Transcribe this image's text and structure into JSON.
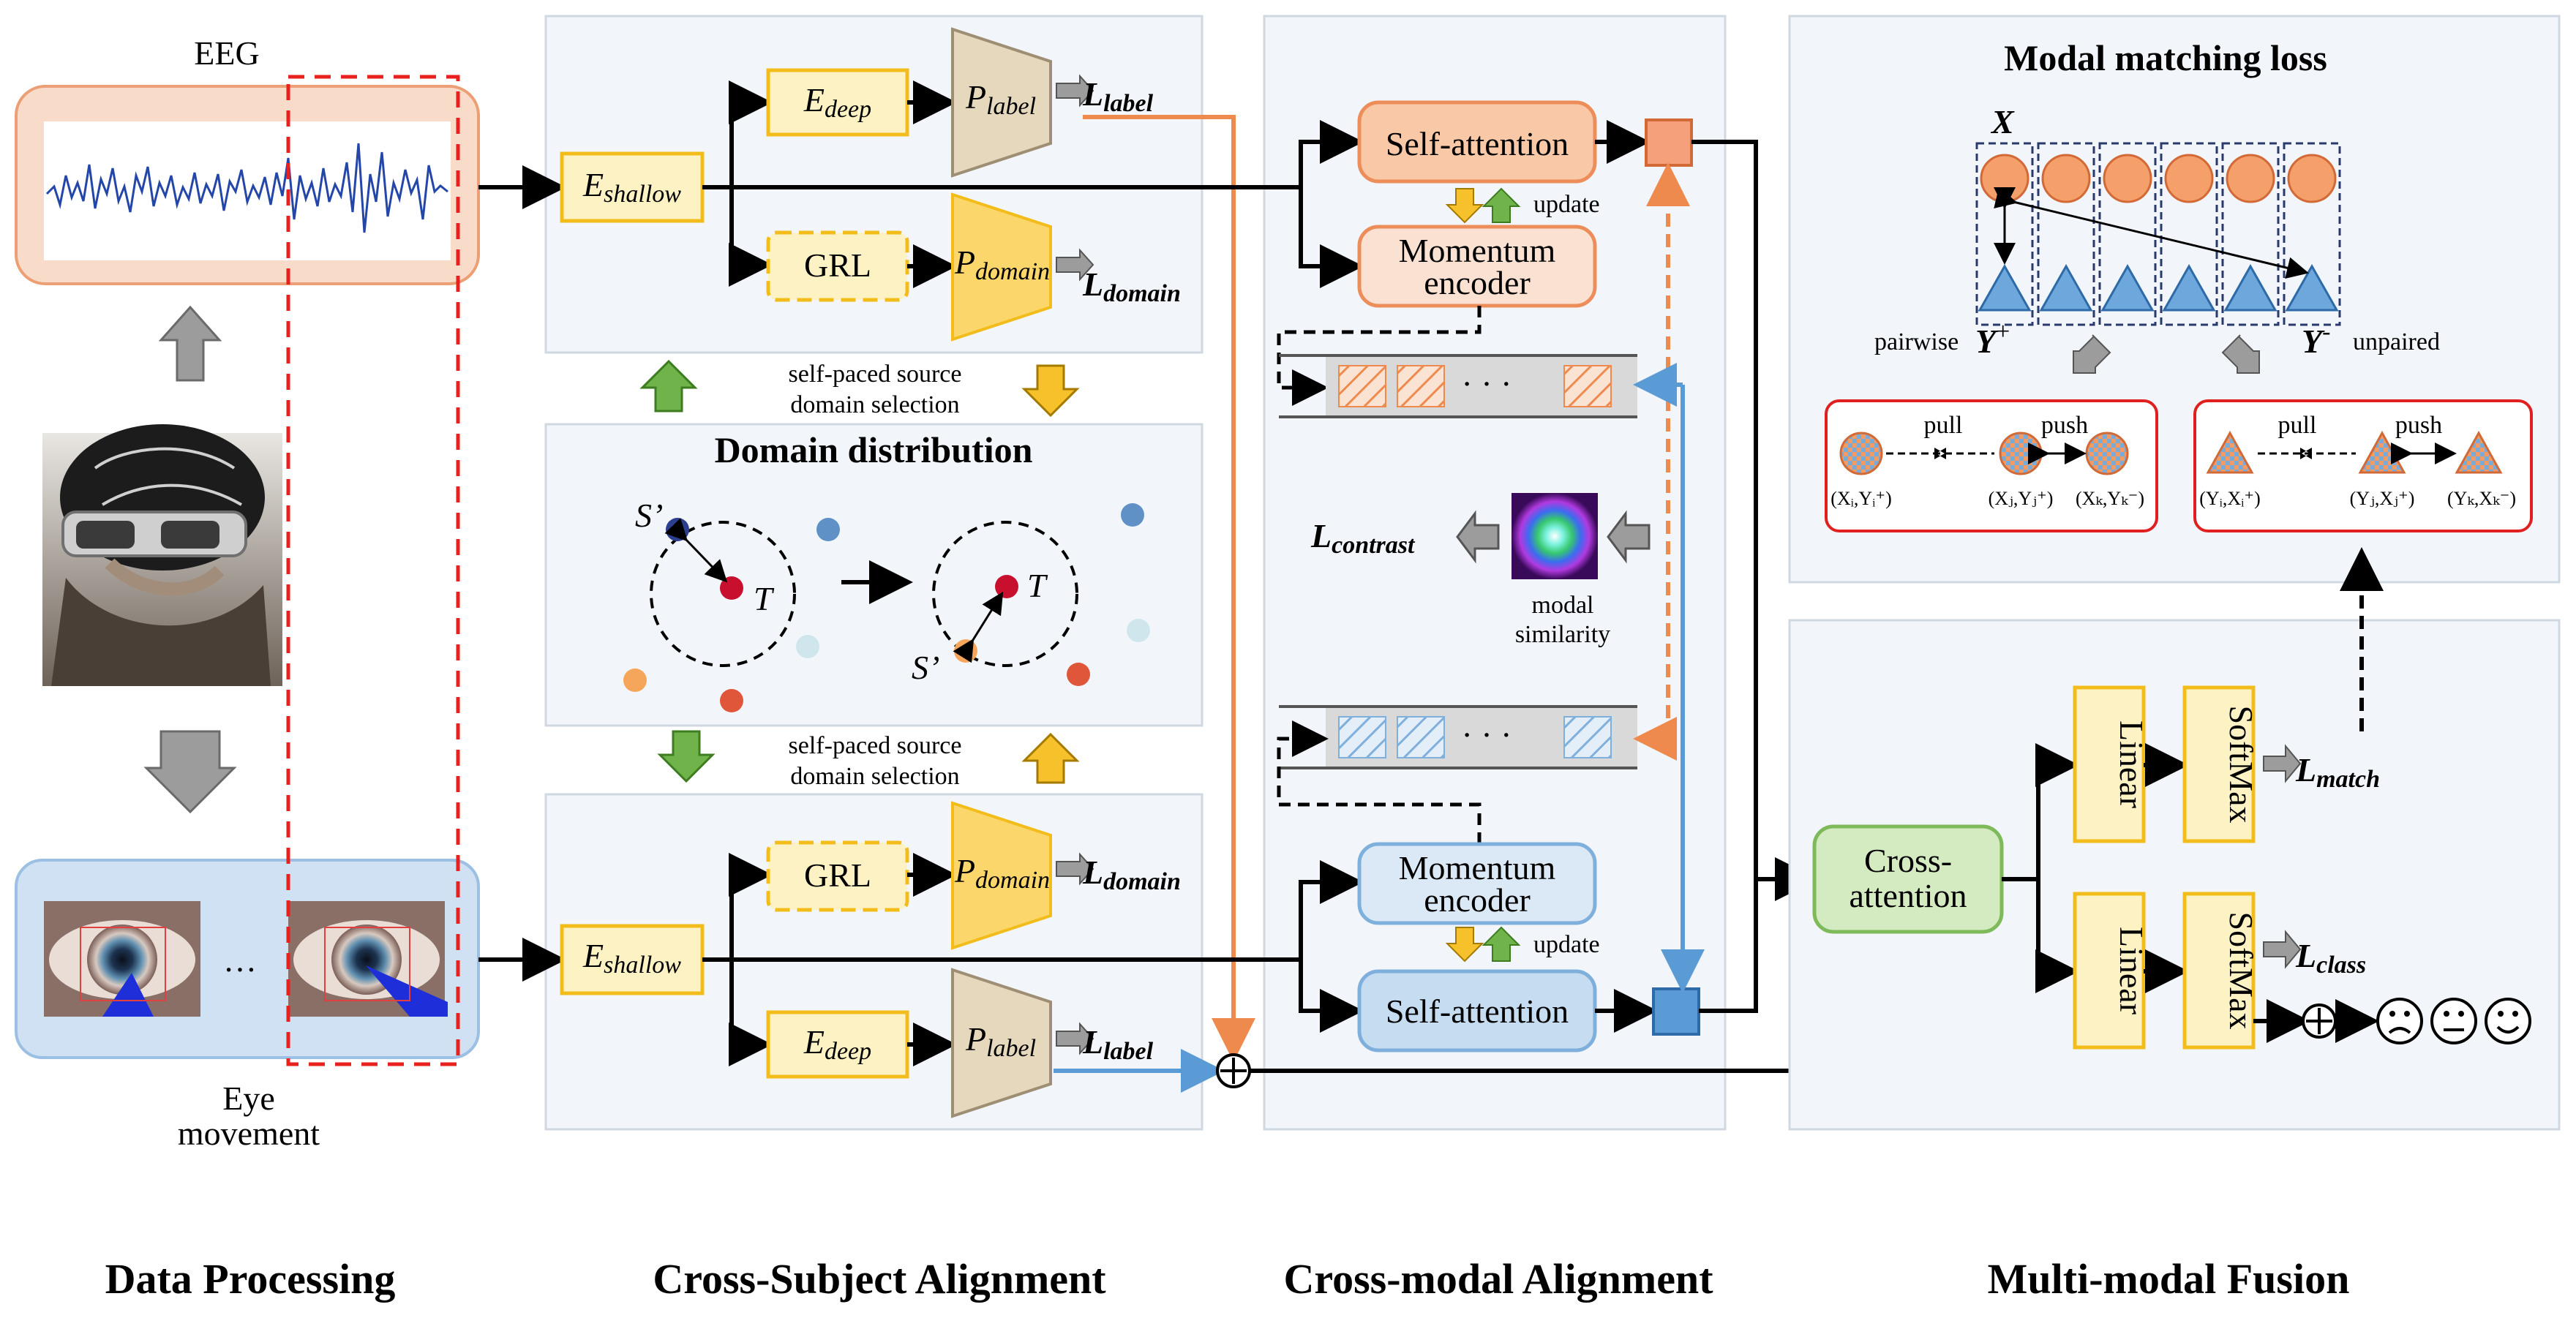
{
  "sections": {
    "data_processing": "Data Processing",
    "cross_subject": "Cross-Subject Alignment",
    "cross_modal": "Cross-modal Alignment",
    "fusion": "Multi-modal Fusion"
  },
  "data": {
    "eeg_label": "EEG",
    "eye_label_line1": "Eye",
    "eye_label_line2": "movement",
    "ellipsis": "…"
  },
  "subject": {
    "e_shallow": "E",
    "e_shallow_sub": "shallow",
    "e_deep": "E",
    "e_deep_sub": "deep",
    "p_label": "P",
    "p_label_sub": "label",
    "p_domain": "P",
    "p_domain_sub": "domain",
    "grl": "GRL",
    "l_label": "L",
    "l_label_sub": "label",
    "l_domain": "L",
    "l_domain_sub": "domain",
    "spsds_line1": "self-paced source",
    "spsds_line2": "domain selection",
    "domain_distribution": "Domain distribution",
    "s_prime": "S’",
    "t_point": "T"
  },
  "modal": {
    "self_attention": "Self-attention",
    "momentum_line1": "Momentum",
    "momentum_line2": "encoder",
    "update": "update",
    "ellipsis": "· · ·",
    "l_contrast": "L",
    "l_contrast_sub": "contrast",
    "similarity_line1": "modal",
    "similarity_line2": "similarity"
  },
  "fusion": {
    "title": "Modal matching loss",
    "x_label": "X",
    "y_plus": "Y",
    "y_plus_sup": "+",
    "y_minus": "Y",
    "y_minus_sup": "-",
    "pairwise": "pairwise",
    "unpaired": "unpaired",
    "pull": "pull",
    "push": "push",
    "pair_left": [
      "(Xᵢ,Yᵢ⁺)",
      "(Xⱼ,Yⱼ⁺)",
      "(Xₖ,Yₖ⁻)"
    ],
    "pair_right": [
      "(Yᵢ,Xᵢ⁺)",
      "(Yⱼ,Xⱼ⁺)",
      "(Yₖ,Xₖ⁻)"
    ],
    "cross_line1": "Cross-",
    "cross_line2": "attention",
    "linear": "Linear",
    "softmax": "SoftMax",
    "l_match": "L",
    "l_match_sub": "match",
    "l_class": "L",
    "l_class_sub": "class",
    "emoji_sad": "☹",
    "emoji_neutral": "😐",
    "emoji_happy": "☺"
  },
  "colors": {
    "yellow_fill": "#fdf2c4",
    "yellow_stroke": "#f2bd1a",
    "beige_fill": "#e6d8bd",
    "beige_stroke": "#9e8f74",
    "orange_fill": "#f8c8a7",
    "orange_stroke": "#ec8d5a",
    "blue_fill": "#c5dcf1",
    "blue_stroke": "#7fb0dc",
    "green_fill": "#d4ebc1",
    "green_stroke": "#7fba5a",
    "arrow_orange": "#ef8a4f",
    "arrow_blue": "#5b9bd5",
    "panel_fill": "#f2f6fb"
  }
}
